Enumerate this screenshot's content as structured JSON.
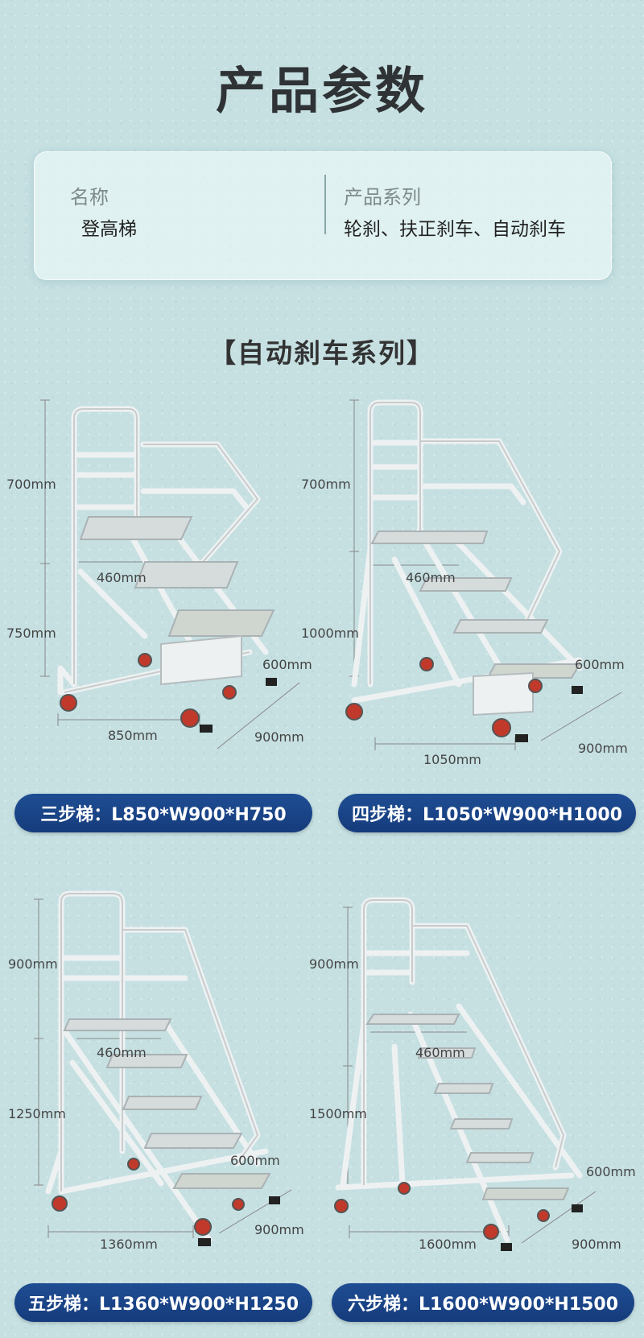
{
  "page": {
    "title": "产品参数",
    "series_title": "【自动刹车系列】"
  },
  "info": {
    "name_label": "名称",
    "name_value": "登高梯",
    "series_label": "产品系列",
    "series_value": "轮刹、扶正刹车、自动刹车"
  },
  "products": [
    {
      "spec": "三步梯：L850*W900*H750",
      "top_height": "700mm",
      "platform_height": "750mm",
      "platform_width": "460mm",
      "step_depth": "600mm",
      "length": "850mm",
      "width": "900mm"
    },
    {
      "spec": "四步梯：L1050*W900*H1000",
      "top_height": "700mm",
      "platform_height": "1000mm",
      "platform_width": "460mm",
      "step_depth": "600mm",
      "length": "1050mm",
      "width": "900mm"
    },
    {
      "spec": "五步梯：L1360*W900*H1250",
      "top_height": "900mm",
      "platform_height": "1250mm",
      "platform_width": "460mm",
      "step_depth": "600mm",
      "length": "1360mm",
      "width": "900mm"
    },
    {
      "spec": "六步梯：L1600*W900*H1500",
      "top_height": "900mm",
      "platform_height": "1500mm",
      "platform_width": "460mm",
      "step_depth": "600mm",
      "length": "1600mm",
      "width": "900mm"
    }
  ],
  "colors": {
    "background": "#c6e0e2",
    "pill": "#1a4687",
    "frame": "#f2f4f5",
    "wheel": "#c0392b"
  }
}
